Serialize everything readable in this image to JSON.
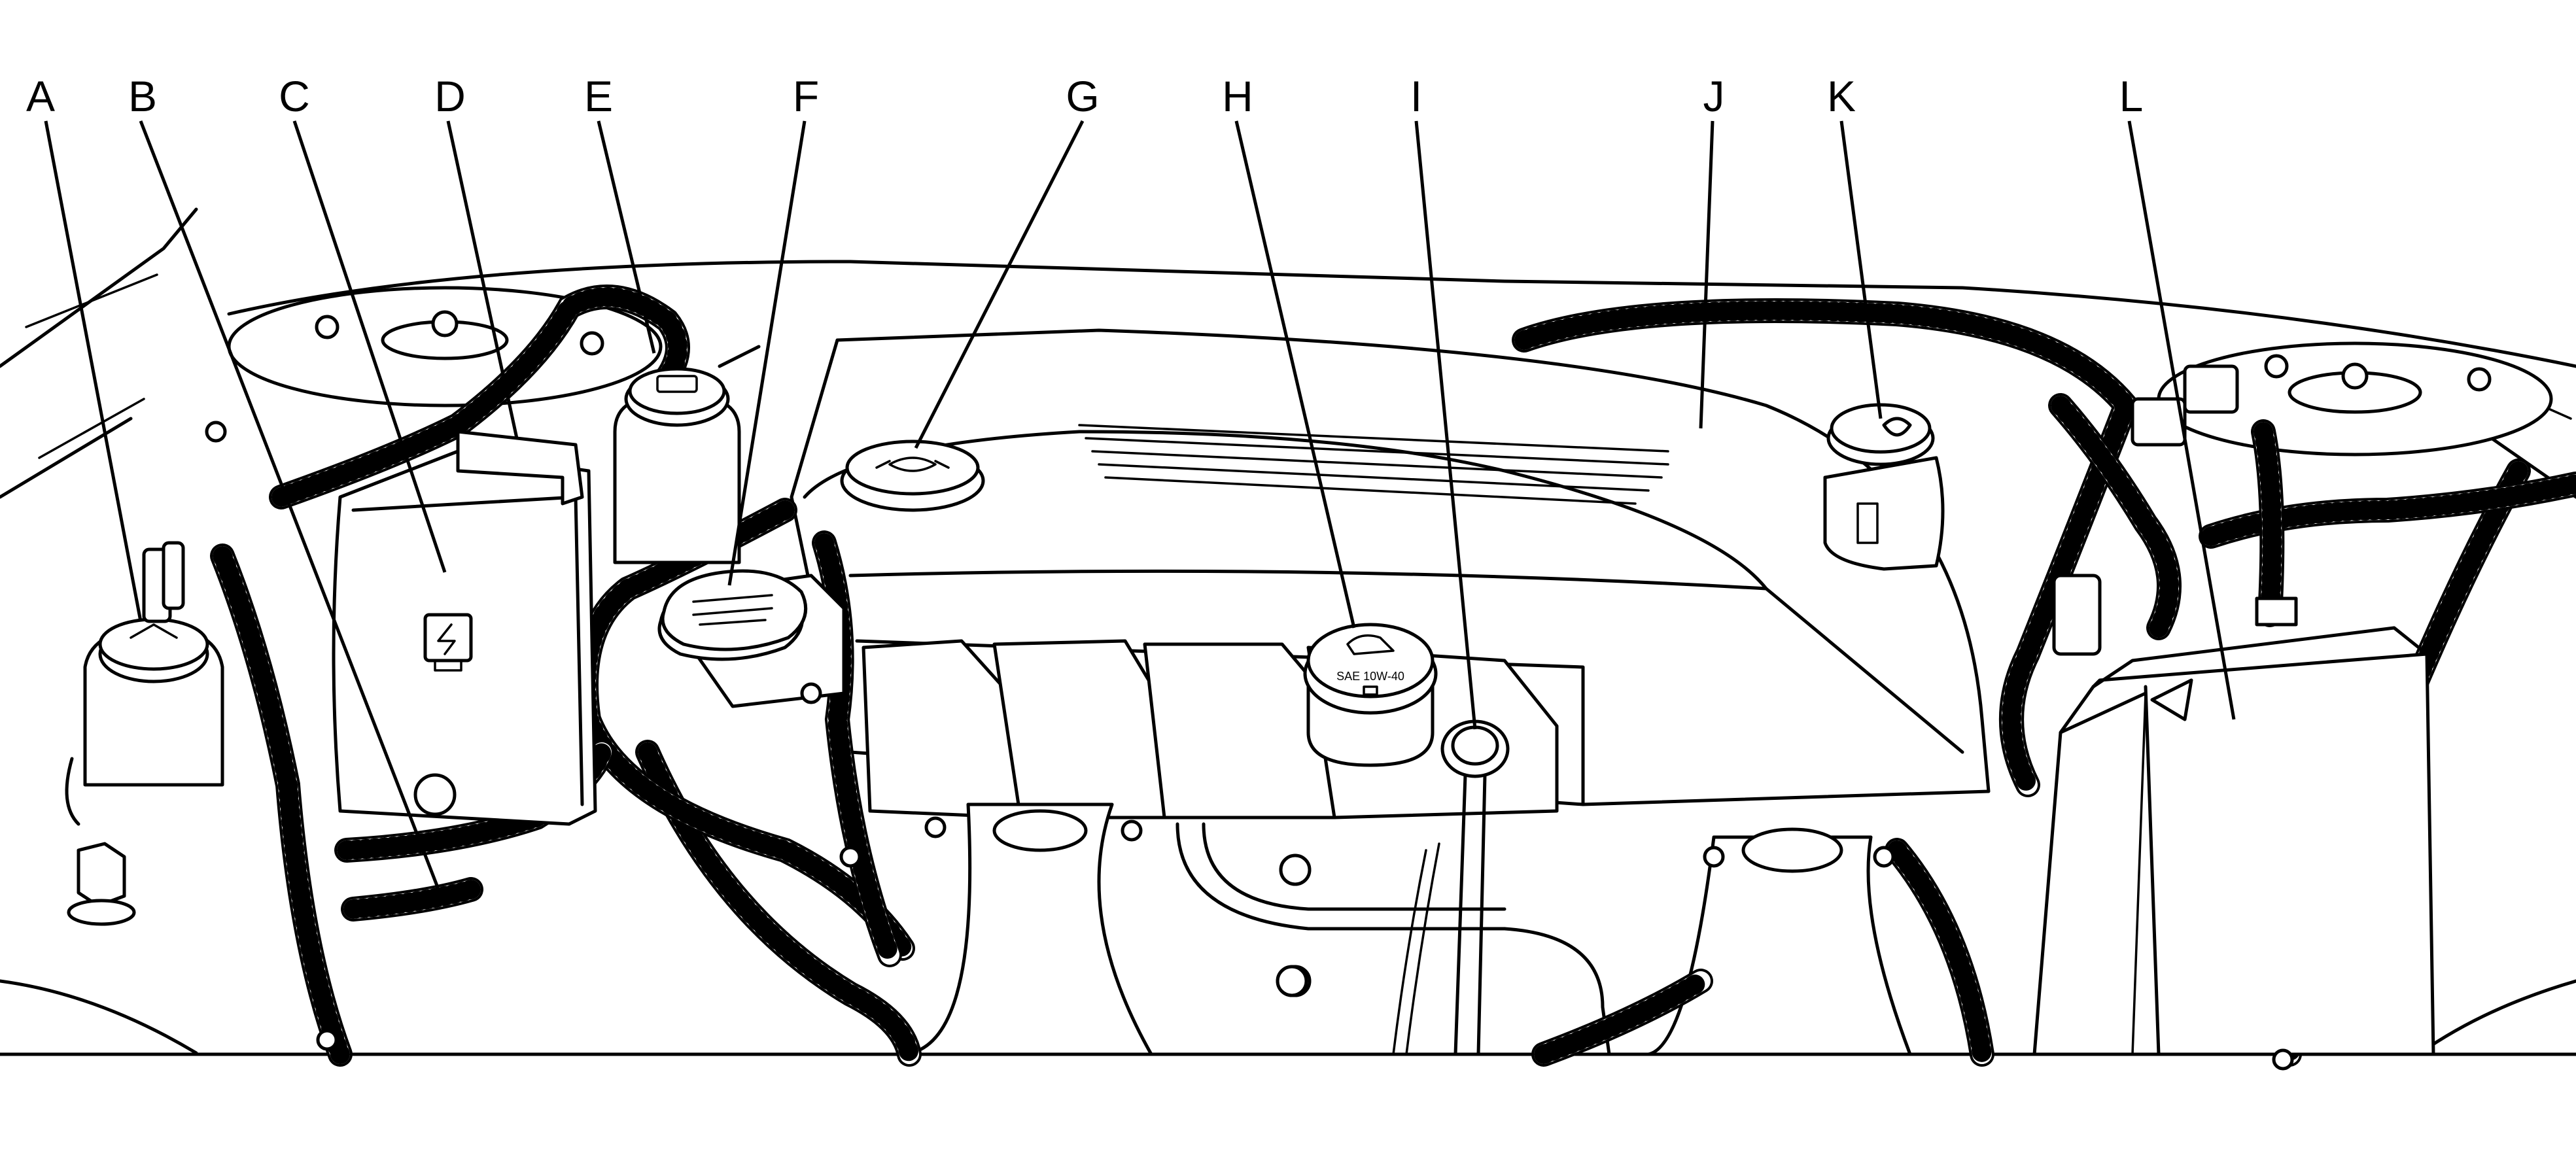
{
  "diagram": {
    "callouts": [
      {
        "id": "A",
        "label": "A"
      },
      {
        "id": "B",
        "label": "B"
      },
      {
        "id": "C",
        "label": "C"
      },
      {
        "id": "D",
        "label": "D"
      },
      {
        "id": "E",
        "label": "E"
      },
      {
        "id": "F",
        "label": "F"
      },
      {
        "id": "G",
        "label": "G"
      },
      {
        "id": "H",
        "label": "H"
      },
      {
        "id": "I",
        "label": "I"
      },
      {
        "id": "J",
        "label": "J"
      },
      {
        "id": "K",
        "label": "K"
      },
      {
        "id": "L",
        "label": "L"
      }
    ],
    "oil_cap_text": "SAE 10W-40",
    "colors": {
      "line": "#000000",
      "background": "#ffffff"
    }
  }
}
